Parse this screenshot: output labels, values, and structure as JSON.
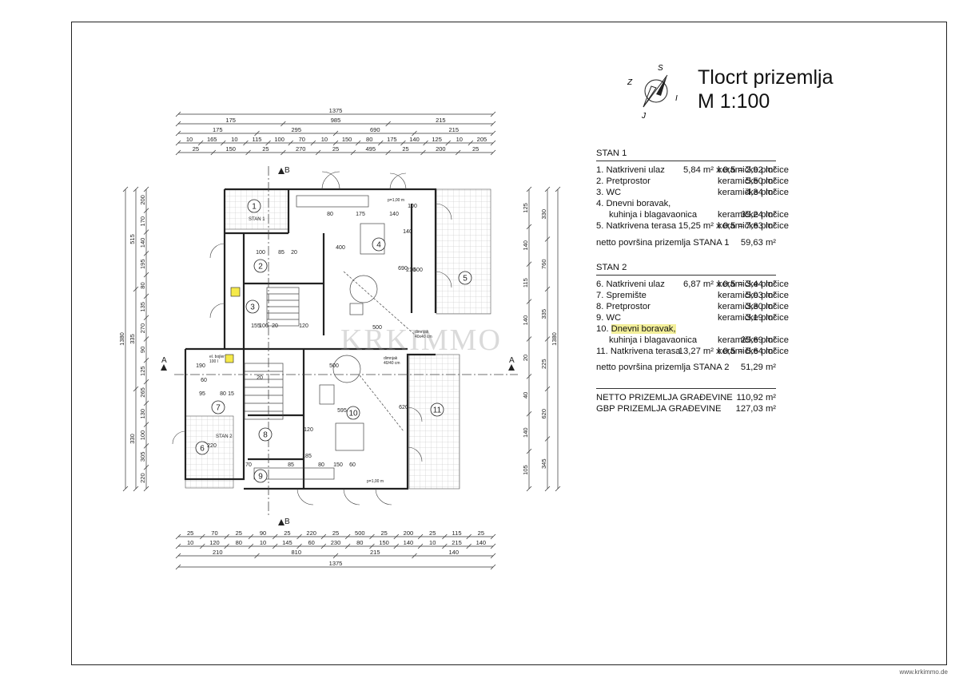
{
  "title": {
    "line1": "Tlocrt prizemlja",
    "line2": "M 1:100"
  },
  "compass": {
    "n": "S",
    "s": "J",
    "e": "I",
    "w": "Z"
  },
  "stan1": {
    "heading": "STAN 1",
    "rows": [
      {
        "no": "1.",
        "name": "Natkriveni ulaz",
        "finish": "keramičke pločice",
        "area": "5,84 m² x 0,5 = 2,92 m²"
      },
      {
        "no": "2.",
        "name": "Pretprostor",
        "finish": "keramičke pločice",
        "area": "5,50 m²"
      },
      {
        "no": "3.",
        "name": "WC",
        "finish": "keramičke pločice",
        "area": "4,34 m²"
      },
      {
        "no": "4.",
        "name": "Dnevni boravak,",
        "finish": "",
        "area": ""
      },
      {
        "no": "",
        "name": "kuhinja i blagavaonica",
        "finish": "keramičke pločice",
        "area": "39,24 m²"
      },
      {
        "no": "5.",
        "name": "Natkrivena terasa",
        "finish": "keramičke pločice",
        "area": "15,25 m² x 0,5 = 7,63 m²"
      }
    ],
    "total_label": "netto površina prizemlja STANA 1",
    "total_value": "59,63 m²"
  },
  "stan2": {
    "heading": "STAN 2",
    "rows": [
      {
        "no": "6.",
        "name": "Natkriveni ulaz",
        "finish": "keramičke pločice",
        "area": "6,87 m² x 0,5 = 3,44 m²"
      },
      {
        "no": "7.",
        "name": "Spremište",
        "finish": "keramičke pločice",
        "area": "5,03 m²"
      },
      {
        "no": "8.",
        "name": "Pretprostor",
        "finish": "keramičke pločice",
        "area": "3,30 m²"
      },
      {
        "no": "9.",
        "name": "WC",
        "finish": "keramičke pločice",
        "area": "3,19 m²"
      },
      {
        "no": "10.",
        "name": "Dnevni boravak,",
        "finish": "",
        "area": ""
      },
      {
        "no": "",
        "name": "kuhinja i blagavaonica",
        "finish": "keramičke pločice",
        "area": "29,69 m²"
      },
      {
        "no": "11.",
        "name": "Natkrivena terasa",
        "finish": "keramičke pločice",
        "area": "13,27 m² x 0,5 = 6,64 m²"
      }
    ],
    "total_label": "netto površina prizemlja STANA 2",
    "total_value": "51,29 m²"
  },
  "summary": [
    {
      "label": "NETTO PRIZEMLJA GRAĐEVINE",
      "value": "110,92 m²"
    },
    {
      "label": "GBP PRIZEMLJA GRAĐEVINE",
      "value": "127,03 m²"
    }
  ],
  "plan": {
    "top_dims": {
      "row1": [
        "1375"
      ],
      "row2": [
        "175",
        "985",
        "215"
      ],
      "row3": [
        "175",
        "295",
        "690",
        "215"
      ],
      "row4": [
        "10",
        "165",
        "10",
        "115",
        "100",
        "70",
        "10",
        "150",
        "80",
        "175",
        "140",
        "125",
        "10",
        "205"
      ],
      "row5": [
        "25",
        "150",
        "25",
        "270",
        "25",
        "495",
        "25",
        "200",
        "25"
      ]
    },
    "bottom_dims": {
      "row1": [
        "25",
        "70",
        "25",
        "90",
        "25",
        "220",
        "25",
        "500",
        "25",
        "200",
        "25",
        "115",
        "25"
      ],
      "row2": [
        "10",
        "120",
        "80",
        "10",
        "145",
        "60",
        "230",
        "80",
        "150",
        "140",
        "10",
        "215",
        "140"
      ],
      "row3": [
        "210",
        "810",
        "215",
        "140"
      ],
      "row4": [
        "1375"
      ]
    },
    "left_dims": {
      "outer": "1380",
      "mid": [
        "515",
        "335",
        "330"
      ],
      "inner": [
        "200",
        "170",
        "140",
        "195",
        "80",
        "135",
        "270",
        "90",
        "125",
        "265",
        "130",
        "100",
        "305",
        "220"
      ]
    },
    "right_dims": {
      "outer": "1380",
      "mid": [
        "330",
        "760",
        "335",
        "225",
        "620",
        "345"
      ],
      "inner": [
        "125",
        "140",
        "115",
        "140",
        "20",
        "40",
        "140",
        "105"
      ]
    },
    "room_numbers": [
      "1",
      "2",
      "3",
      "4",
      "5",
      "6",
      "7",
      "8",
      "9",
      "10",
      "11"
    ],
    "section_marks": {
      "a": "A",
      "b": "B"
    },
    "labels": {
      "stan1": "STAN 1",
      "stan2": "STAN 2",
      "dimnjak1": "dimnjak\n40x40 cm",
      "dimnjak2": "dimnjak\n40/40 cm",
      "bojler": "el. bojler\n100 l",
      "h1": "p=1,00 m",
      "h2": "p=1,00 m"
    },
    "interior_dims": [
      "100",
      "85",
      "20",
      "100",
      "155",
      "20",
      "120",
      "500",
      "80",
      "175",
      "140",
      "100",
      "140",
      "210",
      "690",
      "600",
      "620",
      "595",
      "500",
      "70",
      "80",
      "85",
      "150",
      "60",
      "120",
      "400",
      "95",
      "80",
      "15",
      "190",
      "60",
      "220",
      "20",
      "185"
    ]
  },
  "watermark": "KRKIMMO",
  "footer": "www.krkimmo.de"
}
